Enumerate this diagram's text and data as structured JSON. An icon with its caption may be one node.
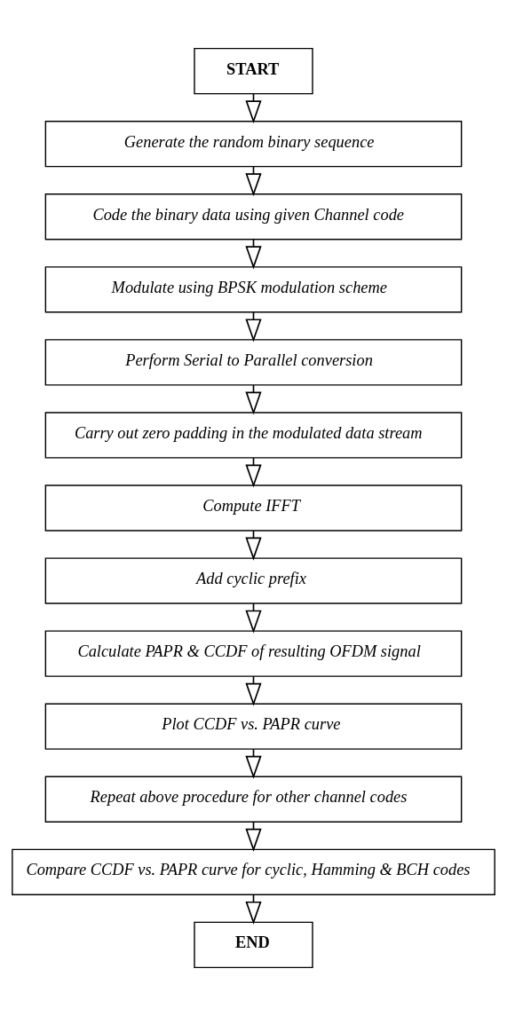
{
  "diagram": {
    "nodes": [
      {
        "text": [
          "START"
        ]
      },
      {
        "text": [
          "Generate the random binary sequence"
        ]
      },
      {
        "text": [
          "Code the binary data using given Channel code"
        ]
      },
      {
        "text": [
          "Modulate using BPSK modulation scheme"
        ]
      },
      {
        "text": [
          "Perform Serial to Parallel conversion"
        ]
      },
      {
        "text": [
          "Carry out zero padding in the modulated data stream"
        ]
      },
      {
        "text": [
          "Compute IFFT"
        ]
      },
      {
        "text": [
          "Add cyclic prefix"
        ]
      },
      {
        "text": [
          "Calculate PAPR & CCDF of resulting OFDM signal"
        ]
      },
      {
        "text": [
          "Plot CCDF vs. PAPR curve"
        ]
      },
      {
        "text": [
          "Repeat above procedure for other channel codes"
        ]
      },
      {
        "text": [
          "Compare CCDF vs. PAPR curve for cyclic, Hamming & BCH codes"
        ]
      },
      {
        "text": [
          "END"
        ]
      }
    ],
    "edges": [
      {
        "from": 0,
        "to": 1,
        "arrow": "to"
      },
      {
        "from": 1,
        "to": 2,
        "arrow": "to"
      },
      {
        "from": 2,
        "to": 3,
        "arrow": "to"
      },
      {
        "from": 3,
        "to": 4,
        "arrow": "to"
      },
      {
        "from": 4,
        "to": 5,
        "arrow": "to"
      },
      {
        "from": 5,
        "to": 6,
        "arrow": "to"
      },
      {
        "from": 6,
        "to": 7,
        "arrow": "to"
      },
      {
        "from": 7,
        "to": 8,
        "arrow": "to"
      },
      {
        "from": 8,
        "to": 9,
        "arrow": "to"
      },
      {
        "from": 9,
        "to": 10,
        "arrow": "to"
      },
      {
        "from": 10,
        "to": 11,
        "arrow": "to"
      },
      {
        "from": 11,
        "to": 12,
        "arrow": "to"
      }
    ]
  }
}
